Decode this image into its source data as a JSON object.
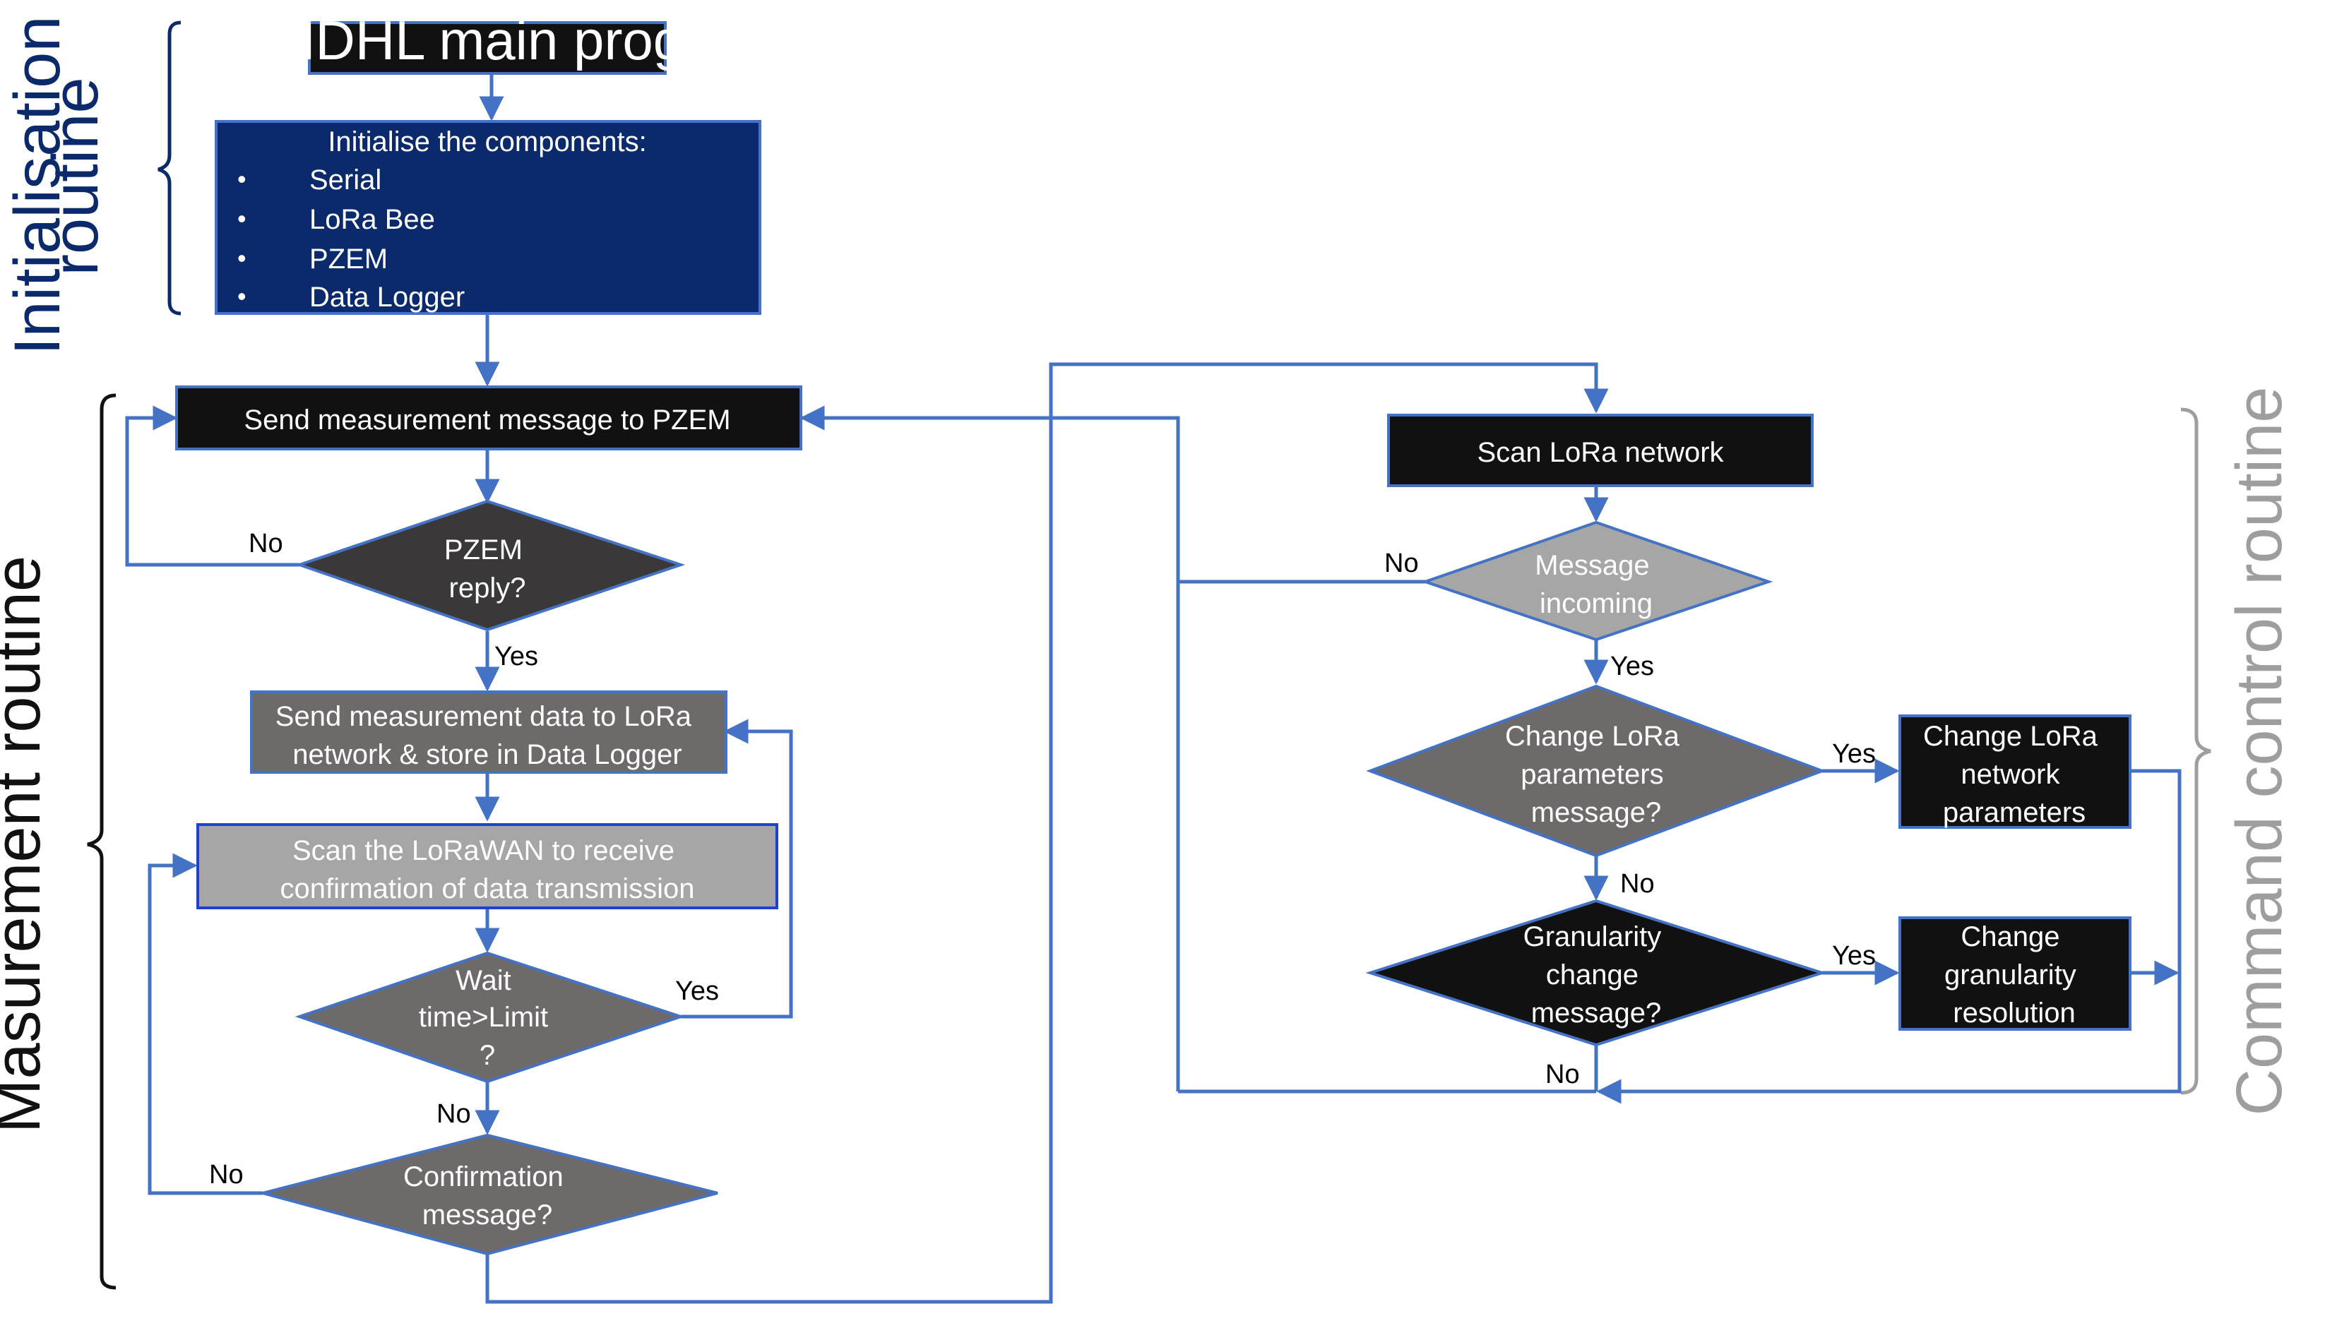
{
  "colors": {
    "connector": "#4472C4",
    "black_box": "#111111",
    "navy_box": "#0B2A6B",
    "dark_diamond": "#3A3838",
    "mid_gray": "#6E6A6A",
    "light_gray": "#A6A6A6",
    "command_label": "#9E9E9E"
  },
  "side_labels": {
    "init": [
      "Initialisation",
      "routine"
    ],
    "measurement": "Masurement routine",
    "command": "Command control routine"
  },
  "nodes": {
    "main_program": "EVMDHL main program",
    "init_components": {
      "heading": "Initialise the components:",
      "items": [
        "Serial",
        "LoRa Bee",
        "PZEM",
        "Data Logger"
      ]
    },
    "send_pzem": "Send measurement message to PZEM",
    "pzem_reply": [
      "PZEM",
      "reply?"
    ],
    "send_data": [
      "Send measurement data to LoRa",
      "network & store in Data Logger"
    ],
    "scan_lorawan": [
      "Scan the LoRaWAN to receive",
      "confirmation of data transmission"
    ],
    "wait_time": [
      "Wait",
      "time>Limit",
      "?"
    ],
    "confirmation": [
      "Confirmation",
      "message?"
    ],
    "scan_lora": "Scan LoRa network",
    "message_incoming": [
      "Message",
      "incoming"
    ],
    "change_params_q": [
      "Change  LoRa",
      "parameters",
      "message?"
    ],
    "change_params": [
      "Change LoRa",
      "network",
      "parameters"
    ],
    "granularity_q": [
      "Granularity",
      "change",
      "message?"
    ],
    "granularity": [
      "Change",
      "granularity",
      "resolution"
    ]
  },
  "edge_labels": {
    "pzem_no": "No",
    "pzem_yes": "Yes",
    "wait_yes": "Yes",
    "wait_no": "No",
    "confirm_no": "No",
    "incoming_no": "No",
    "incoming_yes": "Yes",
    "params_yes": "Yes",
    "params_no": "No",
    "gran_yes": "Yes",
    "gran_no": "No"
  }
}
